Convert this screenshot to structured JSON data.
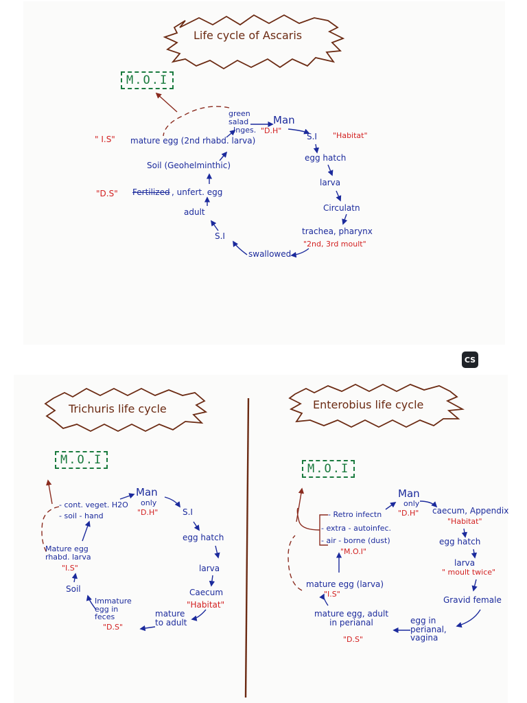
{
  "ascaris": {
    "title": "Life cycle of Ascaris",
    "moi": "M.O.I",
    "green_salad": "green salad",
    "inges": "Inges.",
    "man": "Man",
    "dh": "\"D.H\"",
    "si_top": "S.I",
    "habitat": "\"Habitat\"",
    "egg_hatch": "egg hatch",
    "larva": "larva",
    "circulatn": "Circulatn",
    "trachea": "trachea, pharynx",
    "moult": "\"2nd, 3rd moult\"",
    "swallowed": "swallowed",
    "si_bottom": "S.I",
    "adult": "adult",
    "ds": "\"D.S\"",
    "fertilized": "Fertilized",
    "unfert": ", unfert. egg",
    "soil": "Soil (Geohelminthic)",
    "is": "\" I.S\"",
    "mature_egg": "mature egg (2nd rhabd. larva)"
  },
  "trichuris": {
    "title": "Trichuris life cycle",
    "moi": "M.O.I",
    "cont": "- cont. veget. H2O",
    "soil_hand": "- soil - hand",
    "man": "Man",
    "only": "only",
    "dh": "\"D.H\"",
    "si": "S.I",
    "egg_hatch": "egg hatch",
    "larva": "larva",
    "caecum": "Caecum",
    "habitat": "\"Habitat\"",
    "mature_adult": "mature to adult",
    "immature": "Immature egg in feces",
    "ds": "\"D.S\"",
    "soil": "Soil",
    "mature_egg": "Mature egg rhabd. larva",
    "is": "\"I.S\""
  },
  "enterobius": {
    "title": "Enterobius life cycle",
    "moi": "M.O.I",
    "man": "Man",
    "only": "only",
    "dh": "\"D.H\"",
    "caecum": "caecum, Appendix",
    "habitat": "\"Habitat\"",
    "egg_hatch": "egg hatch",
    "larva": "larva",
    "moult": "\" moult twice\"",
    "gravid": "Gravid female",
    "egg_in": "egg in perianal, vagina",
    "mature_adult": "mature egg, adult in perianal",
    "ds": "\"D.S\"",
    "mature_egg": "mature egg (larva)",
    "is": "\"I.S\"",
    "retro": "- Retro infectn",
    "extra": "- extra - autoinfec.",
    "airborne": "- air - borne (dust)",
    "moi_q": "\"M.O.I\""
  },
  "badge": "CS",
  "colors": {
    "text_blue": "#1b2a9c",
    "text_red": "#d21f1f",
    "moi_green": "#1a7a3e",
    "title_brown": "#6b2a12"
  }
}
